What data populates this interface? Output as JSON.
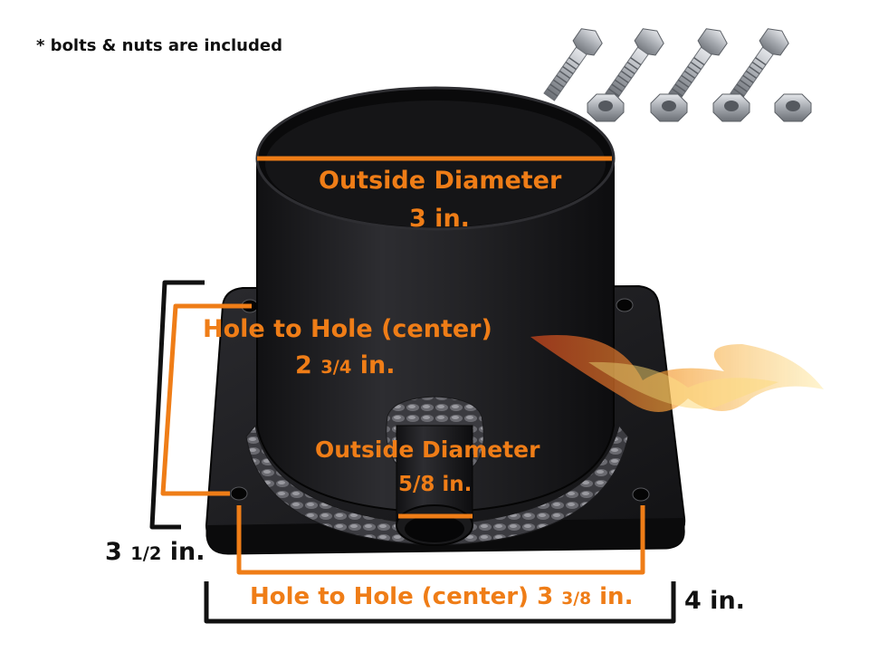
{
  "note": "* bolts & nuts are included",
  "labels": {
    "main_od_title": "Outside Diameter",
    "main_od_value": "3 in.",
    "hole_v_title": "Hole to Hole (center)",
    "hole_v_whole": "2",
    "hole_v_frac": "3/4",
    "hole_v_unit": "in.",
    "small_od_title": "Outside Diameter",
    "small_od_value": "5/8 in.",
    "height_whole": "3",
    "height_frac": "1/2",
    "height_unit": "in.",
    "hole_h_title": "Hole to Hole (center)",
    "hole_h_whole": "3",
    "hole_h_frac": "3/8",
    "hole_h_unit": "in.",
    "width_value": "4 in."
  },
  "colors": {
    "dimension_orange": "#ef7d17",
    "dimension_black": "#111111",
    "metal_black": "#1d1d1f",
    "flame": "#f2a640"
  },
  "icons": [
    "bolt-icon",
    "nut-icon",
    "flame-icon"
  ]
}
